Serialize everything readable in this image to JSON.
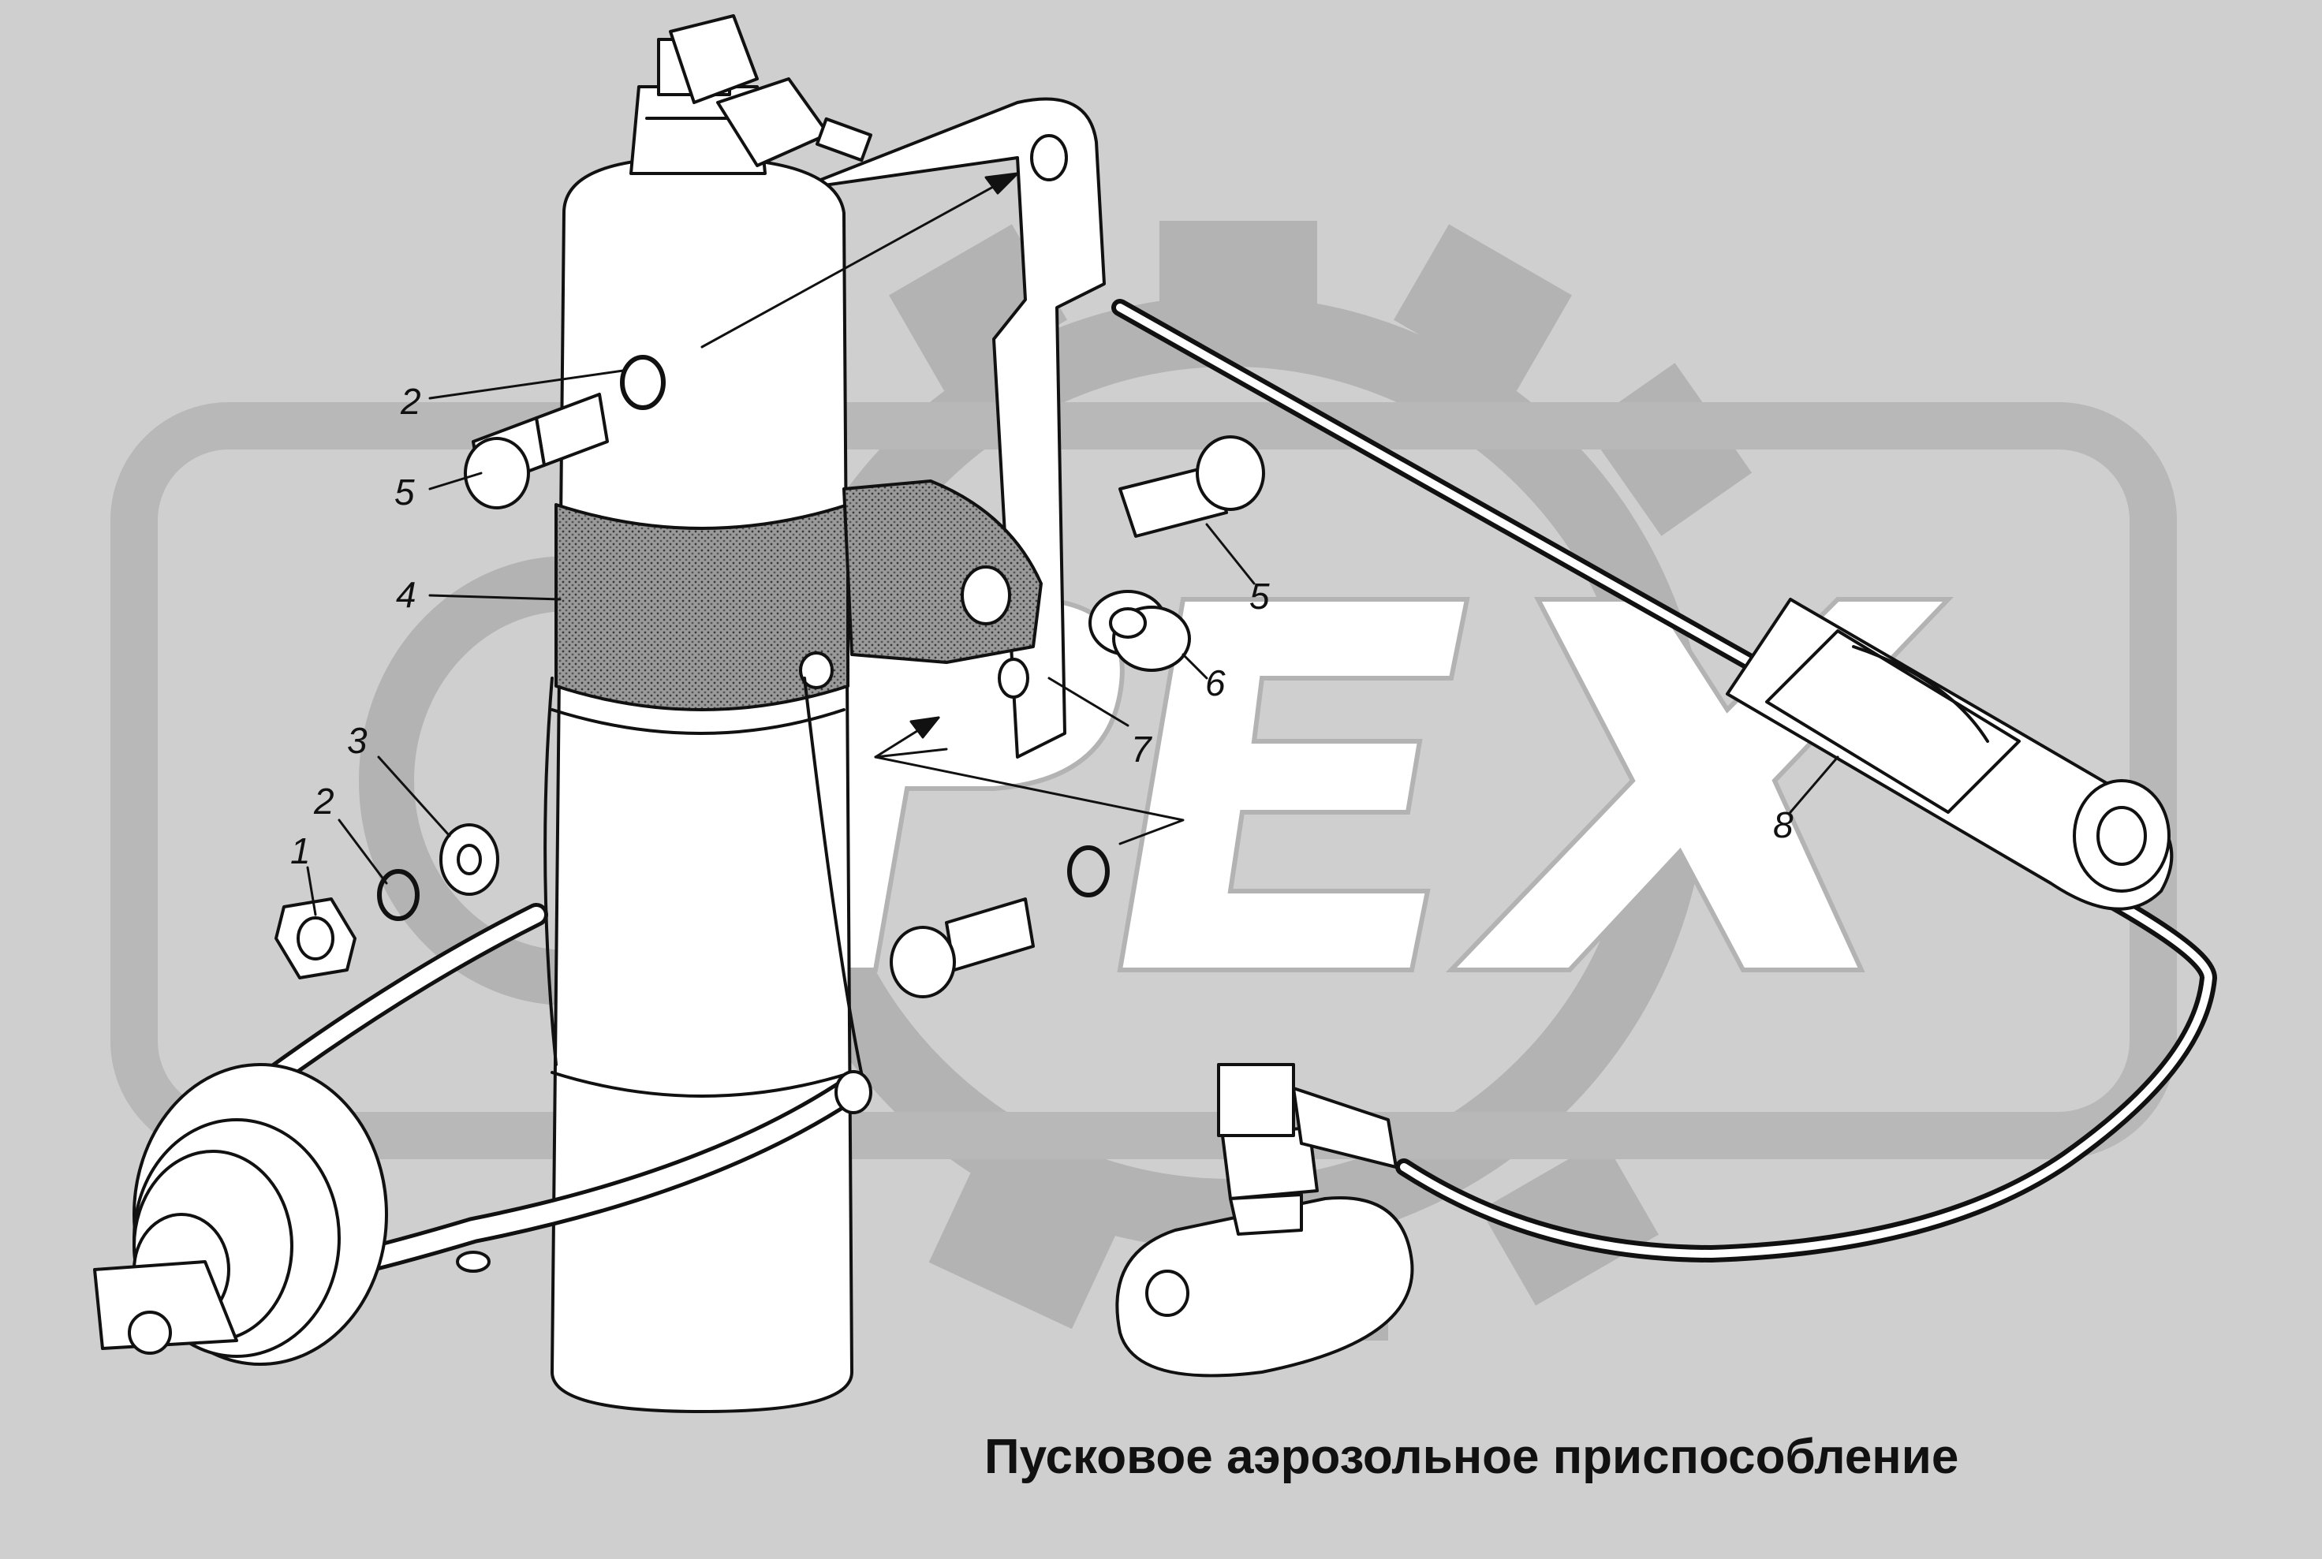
{
  "watermark": {
    "text": "OPEX",
    "color": "#b3b3b3"
  },
  "callouts": [
    "1",
    "2",
    "2",
    "3",
    "4",
    "5",
    "5",
    "6",
    "7",
    "8"
  ],
  "caption": "Пусковое аэрозольное приспособление",
  "colors": {
    "background": "#cfcfcf",
    "line": "#111111",
    "part_fill": "#ffffff",
    "clamp_fill": "#8a8a8a"
  }
}
